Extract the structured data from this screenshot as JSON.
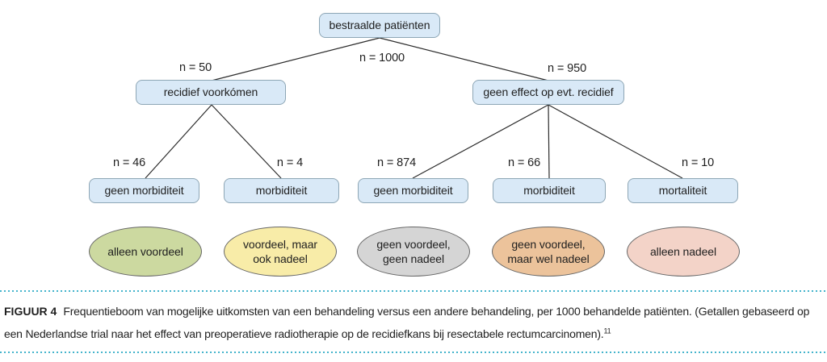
{
  "colors": {
    "node_fill": "#d9e9f7",
    "node_border": "#8da6b5",
    "line": "#2b2b2b",
    "dotted_rule": "#45b4cc",
    "outcome_border": "#666666",
    "outcome_fills": [
      "#ccd9a0",
      "#f8eca8",
      "#d5d5d5",
      "#ecc39b",
      "#f3d3c8"
    ]
  },
  "tree": {
    "root": "bestraalde patiënten",
    "branch_labels": [
      "n = 50",
      "n = 1000",
      "n = 950"
    ],
    "level2": [
      "recidief voorkómen",
      "geen effect op evt. recidief"
    ],
    "level3_labels": [
      "n = 46",
      "n = 4",
      "n = 874",
      "n = 66",
      "n = 10"
    ],
    "level3": [
      "geen morbiditeit",
      "morbiditeit",
      "geen morbiditeit",
      "morbiditeit",
      "mortaliteit"
    ],
    "outcomes": [
      {
        "line1": "alleen voordeel",
        "line2": ""
      },
      {
        "line1": "voordeel, maar",
        "line2": "ook nadeel"
      },
      {
        "line1": "geen voordeel,",
        "line2": "geen nadeel"
      },
      {
        "line1": "geen voordeel,",
        "line2": "maar wel nadeel"
      },
      {
        "line1": "alleen nadeel",
        "line2": ""
      }
    ]
  },
  "caption": {
    "label": "FIGUUR 4",
    "line1": "Frequentieboom van mogelijke uitkomsten van een behandeling versus een andere behandeling, per 1000 behandelde patiënten. (Getallen gebaseerd op",
    "line2": "een Nederlandse trial naar het effect van preoperatieve radiotherapie op de recidiefkans bij resectabele rectumcarcinomen).",
    "reference": "11"
  }
}
